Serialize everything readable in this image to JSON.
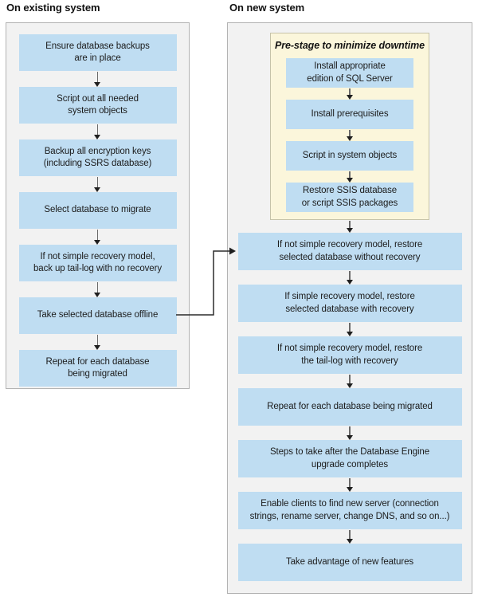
{
  "diagram": {
    "left_panel": {
      "title": "On existing system",
      "steps": [
        "Ensure database backups\nare in place",
        "Script out all needed\nsystem objects",
        "Backup all encryption keys\n(including SSRS database)",
        "Select database to migrate",
        "If not simple recovery model,\nback up tail-log with no recovery",
        "Take selected database offline",
        "Repeat for each database\nbeing migrated"
      ]
    },
    "right_panel": {
      "title": "On new system",
      "prestage": {
        "title": "Pre-stage to minimize downtime",
        "steps": [
          "Install appropriate\nedition of SQL Server",
          "Install prerequisites",
          "Script in system objects",
          "Restore SSIS database\nor script SSIS packages"
        ]
      },
      "steps": [
        "If not simple recovery model, restore\nselected database without recovery",
        "If simple recovery model, restore\nselected database with recovery",
        "If not simple recovery model, restore\nthe tail-log with recovery",
        "Repeat for each database being migrated",
        "Steps to take after the Database Engine\nupgrade completes",
        "Enable clients to find new server (connection\nstrings, rename server, change DNS, and so on...)",
        "Take advantage of new features"
      ]
    },
    "connector": {
      "from": "Take selected database offline",
      "to": "If not simple recovery model, restore selected database without recovery"
    },
    "colors": {
      "step_fill": "#BFDDF2",
      "panel_fill": "#F2F2F2",
      "panel_border": "#B3B3B3",
      "prestage_fill": "#FBF6DB",
      "prestage_border": "#C6C3A9",
      "arrow": "#1F1F1F",
      "text": "#1C1C1C"
    }
  }
}
